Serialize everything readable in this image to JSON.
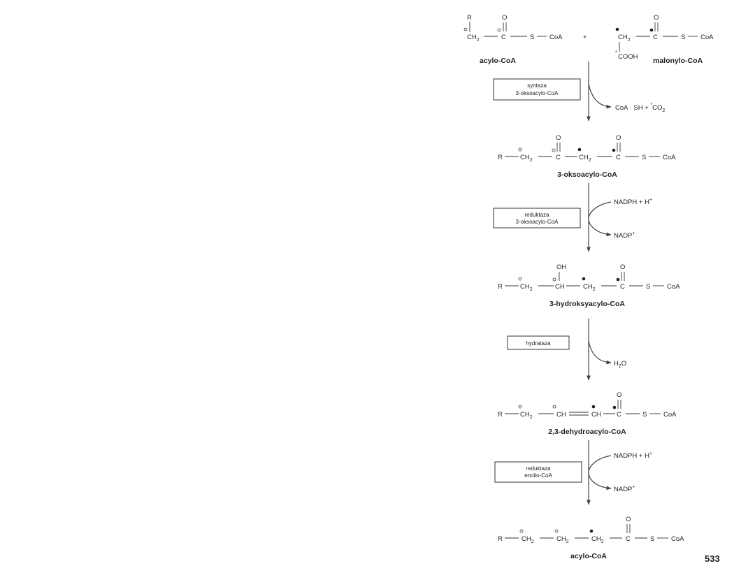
{
  "formula": {
    "R": "R",
    "CH2": "CH",
    "sub2": "2",
    "CH": "CH",
    "C": "C",
    "S": "S",
    "CoA": "CoA",
    "O": "O",
    "OH": "OH",
    "COOH": "COOH",
    "star": "*",
    "plus": "+"
  },
  "compounds": {
    "acyl_start": "acylo-CoA",
    "malonyl": "malonylo-CoA",
    "oxoacyl": "3-oksoacylo-CoA",
    "hydroxyacyl": "3-hydroksyacylo-CoA",
    "dehydroacyl": "2,3-dehydroacylo-CoA",
    "acyl_end": "acylo-CoA"
  },
  "enzymes": {
    "syntaza_1": "syntaza",
    "syntaza_2": "3-oksoacylo-CoA",
    "reduktaza1_1": "reduktaza",
    "reduktaza1_2": "3-oksoacylo-CoA",
    "hydrataza": "hydrataza",
    "reduktaza2_1": "reduktaza",
    "reduktaza2_2": "enoilo-CoA"
  },
  "side_products": {
    "step1_out": "CoA · SH  +  ",
    "co2_star": "*",
    "co2": "CO",
    "co2_sub": "2",
    "nadph_in": "NADPH  +  H",
    "h_plus": "+",
    "nadp_out": "NADP",
    "nadp_plus": "+",
    "h2o_h": "H",
    "h2o_sub": "2",
    "h2o_o": "O"
  },
  "page_number": "533"
}
